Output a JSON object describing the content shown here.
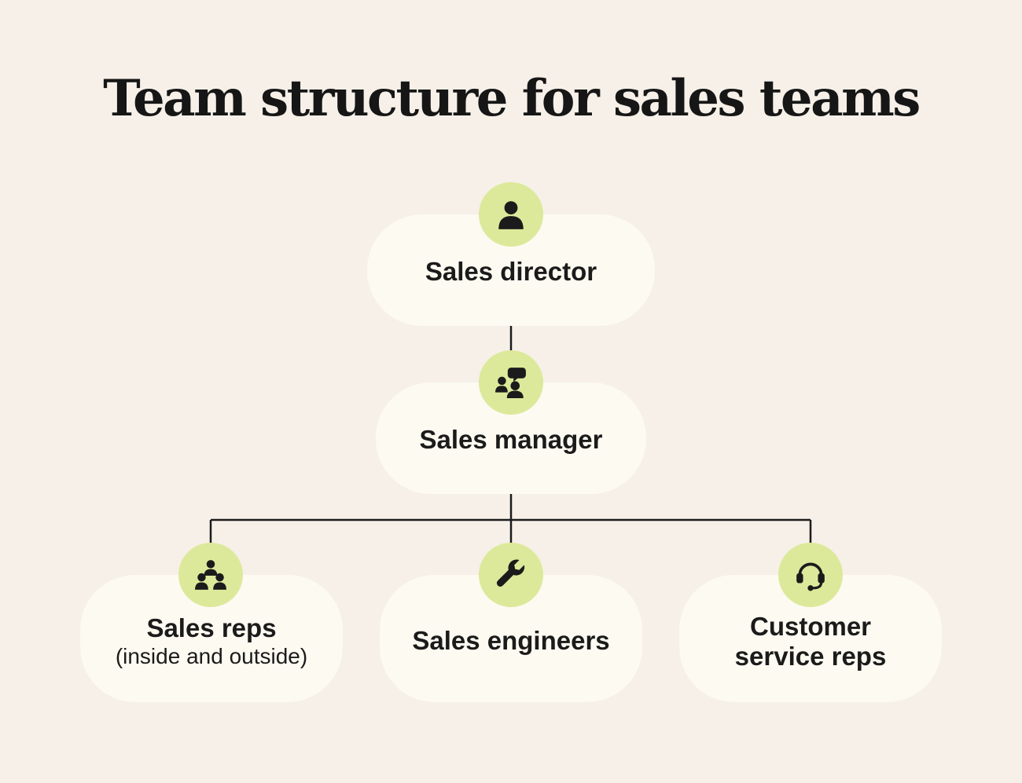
{
  "title": "Team structure for sales teams",
  "colors": {
    "background": "#f6f0e8",
    "node_fill": "#fcfaf1",
    "badge_fill": "#dde99a",
    "text": "#1b1b1b",
    "line": "#1b1b1b"
  },
  "nodes": {
    "director": {
      "label": "Sales director",
      "icon": "person-icon"
    },
    "manager": {
      "label": "Sales manager",
      "icon": "people-chat-icon"
    },
    "reps": {
      "label": "Sales reps",
      "sublabel": "(inside and outside)",
      "icon": "team-icon"
    },
    "engineers": {
      "label": "Sales engineers",
      "icon": "wrench-icon"
    },
    "customer_service": {
      "label_line1": "Customer",
      "label_line2": "service reps",
      "icon": "headset-icon"
    }
  }
}
